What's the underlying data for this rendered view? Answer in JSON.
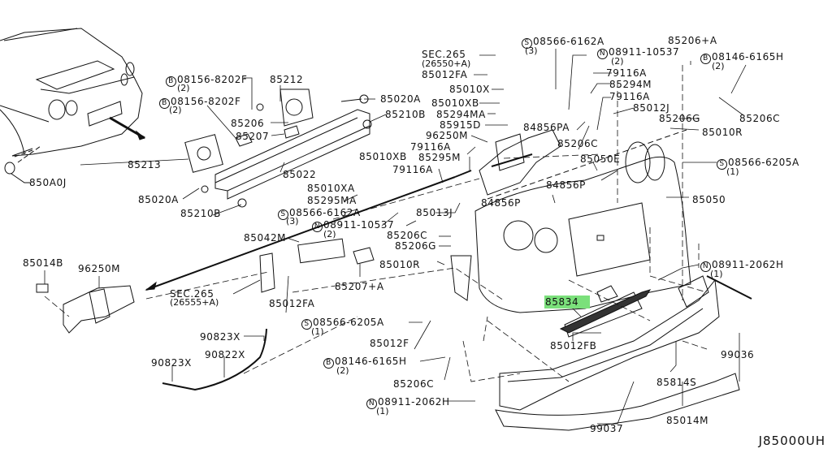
{
  "diagram": {
    "title": "Rear Bumper Parts Diagram",
    "diagram_code": "J85000UH",
    "highlight_color": "#7be07b",
    "highlighted_part": "85834",
    "labels": [
      {
        "id": "850a0j",
        "text": "850A0J"
      },
      {
        "id": "85213",
        "text": "85213"
      },
      {
        "id": "85020a-left",
        "text": "85020A"
      },
      {
        "id": "85210b-left",
        "text": "85210B"
      },
      {
        "id": "b-08156-8202f-upper",
        "prefix": "B",
        "text": "08156-8202F",
        "qty": "(2)"
      },
      {
        "id": "b-08156-8202f-lower",
        "prefix": "B",
        "text": "08156-8202F",
        "qty": "(2)"
      },
      {
        "id": "85212",
        "text": "85212"
      },
      {
        "id": "85206",
        "text": "85206"
      },
      {
        "id": "85207",
        "text": "85207"
      },
      {
        "id": "85020a-right",
        "text": "85020A"
      },
      {
        "id": "85210b-right",
        "text": "85210B"
      },
      {
        "id": "85022",
        "text": "85022"
      },
      {
        "id": "85010xb-mid",
        "text": "85010XB"
      },
      {
        "id": "85010xa",
        "text": "85010XA"
      },
      {
        "id": "85295ma",
        "text": "85295MA"
      },
      {
        "id": "s-08566-6162a-left",
        "prefix": "S",
        "text": "08566-6162A",
        "qty": "(3)"
      },
      {
        "id": "n-08911-10537-left",
        "prefix": "N",
        "text": "08911-10537",
        "qty": "(2)"
      },
      {
        "id": "85042m",
        "text": "85042M"
      },
      {
        "id": "85013j",
        "text": "85013J"
      },
      {
        "id": "85206c-mid",
        "text": "85206C"
      },
      {
        "id": "85206g-mid",
        "text": "85206G"
      },
      {
        "id": "85010r-mid",
        "text": "85010R"
      },
      {
        "id": "85207a",
        "text": "85207+A"
      },
      {
        "id": "85012fa-left",
        "text": "85012FA"
      },
      {
        "id": "sec265-lower",
        "text": "SEC.265",
        "sub": "(26555+A)"
      },
      {
        "id": "85014b",
        "text": "85014B"
      },
      {
        "id": "96250m-left",
        "text": "96250M"
      },
      {
        "id": "s-08566-6205a-left",
        "prefix": "S",
        "text": "08566-6205A",
        "qty": "(1)"
      },
      {
        "id": "85012f",
        "text": "85012F"
      },
      {
        "id": "b-08146-6165h-lower",
        "prefix": "B",
        "text": "08146-6165H",
        "qty": "(2)"
      },
      {
        "id": "85206c-lower",
        "text": "85206C"
      },
      {
        "id": "n-08911-2062h-lower",
        "prefix": "N",
        "text": "08911-2062H",
        "qty": "(1)"
      },
      {
        "id": "90823x-upper",
        "text": "90823X"
      },
      {
        "id": "90823x-lower",
        "text": "90823X"
      },
      {
        "id": "90822x",
        "text": "90822X"
      },
      {
        "id": "sec265-upper",
        "text": "SEC.265",
        "sub": "(26550+A)"
      },
      {
        "id": "85012fa-upper",
        "text": "85012FA"
      },
      {
        "id": "85010x",
        "text": "85010X"
      },
      {
        "id": "85010xb-upper",
        "text": "85010XB"
      },
      {
        "id": "85294ma",
        "text": "85294MA"
      },
      {
        "id": "85915d",
        "text": "85915D"
      },
      {
        "id": "96250m-mid",
        "text": "96250M"
      },
      {
        "id": "79116a-a",
        "text": "79116A"
      },
      {
        "id": "85295m",
        "text": "85295M"
      },
      {
        "id": "79116a-b",
        "text": "79116A"
      },
      {
        "id": "s-08566-6162a-top",
        "prefix": "S",
        "text": "08566-6162A",
        "qty": "(3)"
      },
      {
        "id": "n-08911-10537-top",
        "prefix": "N",
        "text": "08911-10537",
        "qty": "(2)"
      },
      {
        "id": "79116a-c",
        "text": "79116A"
      },
      {
        "id": "85294m",
        "text": "85294M"
      },
      {
        "id": "79116a-d",
        "text": "79116A"
      },
      {
        "id": "85012j",
        "text": "85012J"
      },
      {
        "id": "84856pa",
        "text": "84856PA"
      },
      {
        "id": "85206c-top",
        "text": "85206C"
      },
      {
        "id": "85050e",
        "text": "85050E"
      },
      {
        "id": "84856p-upper",
        "text": "84856P"
      },
      {
        "id": "84856p-lower",
        "text": "84856P"
      },
      {
        "id": "85206a",
        "text": "85206+A"
      },
      {
        "id": "b-08146-6165h-top",
        "prefix": "B",
        "text": "08146-6165H",
        "qty": "(2)"
      },
      {
        "id": "85206c-right",
        "text": "85206C"
      },
      {
        "id": "85206g-right",
        "text": "85206G"
      },
      {
        "id": "85010r-right",
        "text": "85010R"
      },
      {
        "id": "s-08566-6205a-right",
        "prefix": "S",
        "text": "08566-6205A",
        "qty": "(1)"
      },
      {
        "id": "85050",
        "text": "85050"
      },
      {
        "id": "n-08911-2062h-right",
        "prefix": "N",
        "text": "08911-2062H",
        "qty": "(1)"
      },
      {
        "id": "85834",
        "text": "85834"
      },
      {
        "id": "85012fb",
        "text": "85012FB"
      },
      {
        "id": "99036",
        "text": "99036"
      },
      {
        "id": "85814s",
        "text": "85814S"
      },
      {
        "id": "85014m",
        "text": "85014M"
      },
      {
        "id": "99037",
        "text": "99037"
      }
    ]
  }
}
